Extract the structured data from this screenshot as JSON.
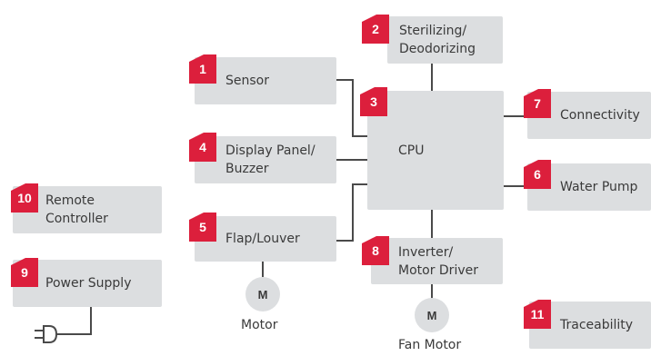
{
  "colors": {
    "box_fill": "#dcdee0",
    "badge": "#dc1f3c",
    "line": "#4a4a4a",
    "text": "#3a3a3a"
  },
  "nodes": {
    "sterilizing": {
      "num": "2",
      "label": "Sterilizing/\nDeodorizing"
    },
    "sensor": {
      "num": "1",
      "label": "Sensor"
    },
    "cpu": {
      "num": "3",
      "label": "CPU"
    },
    "connectivity": {
      "num": "7",
      "label": "Connectivity"
    },
    "display": {
      "num": "4",
      "label": "Display Panel/\nBuzzer"
    },
    "water_pump": {
      "num": "6",
      "label": "Water Pump"
    },
    "remote": {
      "num": "10",
      "label": "Remote\nController"
    },
    "flap": {
      "num": "5",
      "label": "Flap/Louver"
    },
    "inverter": {
      "num": "8",
      "label": "Inverter/\nMotor Driver"
    },
    "power": {
      "num": "9",
      "label": "Power Supply"
    },
    "traceability": {
      "num": "11",
      "label": "Traceability"
    }
  },
  "motors": {
    "motor": {
      "symbol": "M",
      "caption": "Motor"
    },
    "fan_motor": {
      "symbol": "M",
      "caption": "Fan Motor"
    }
  },
  "icons": {
    "plug": "power-plug-icon"
  }
}
